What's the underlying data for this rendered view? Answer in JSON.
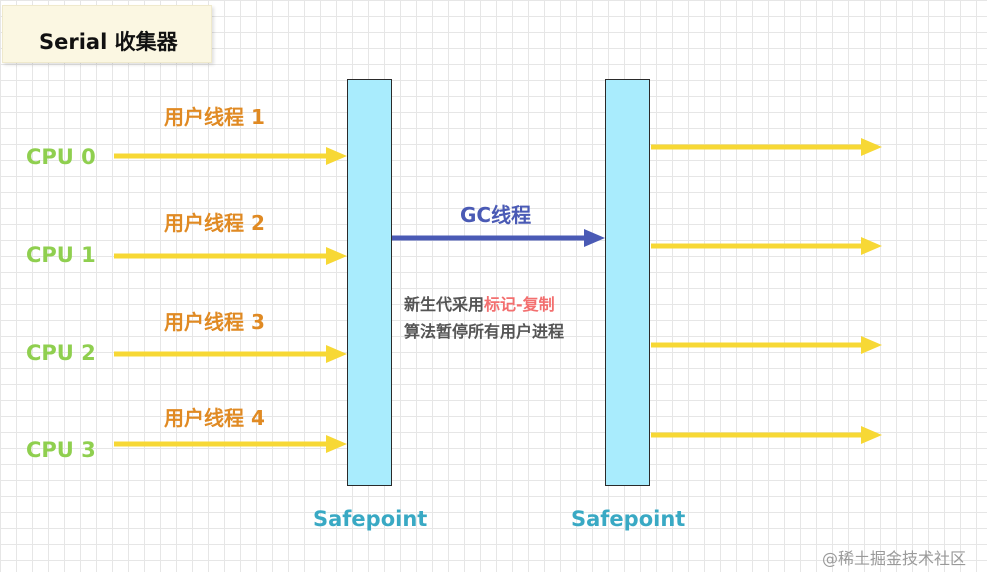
{
  "title": "Serial 收集器",
  "cpus": [
    "CPU 0",
    "CPU 1",
    "CPU 2",
    "CPU 3"
  ],
  "threads": [
    "用户线程 1",
    "用户线程 2",
    "用户线程 3",
    "用户线程 4"
  ],
  "safepoints": [
    "Safepoint",
    "Safepoint"
  ],
  "gc_thread": "GC线程",
  "description": {
    "line1_prefix": "新生代采用",
    "line1_highlight": "标记-复制",
    "line2": "算法暂停所有用户进程"
  },
  "watermark": "@稀土掘金技术社区",
  "colors": {
    "user_arrow": "#f7d835",
    "gc_arrow": "#4a5ab5",
    "safepoint_fill": "#a9ecfd",
    "cpu_text": "#8fcf4f",
    "thread_text": "#e08a23",
    "highlight_text": "#f36f6f"
  }
}
